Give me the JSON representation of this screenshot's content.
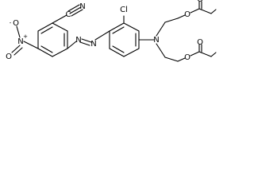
{
  "molecule": {
    "labels": {
      "nitrile_c": "C",
      "nitrile_n": "N",
      "nitro_n": "N",
      "nitro_o_top": "O",
      "nitro_o_bottom": "O",
      "nitro_plus": "+",
      "nitro_minus": "-",
      "azo_n1": "N",
      "azo_n2": "N",
      "chloro": "Cl",
      "amine_n": "N",
      "ester_o1": "O",
      "carbonyl_o1": "O",
      "ester_o2": "O",
      "carbonyl_o2": "O"
    }
  }
}
